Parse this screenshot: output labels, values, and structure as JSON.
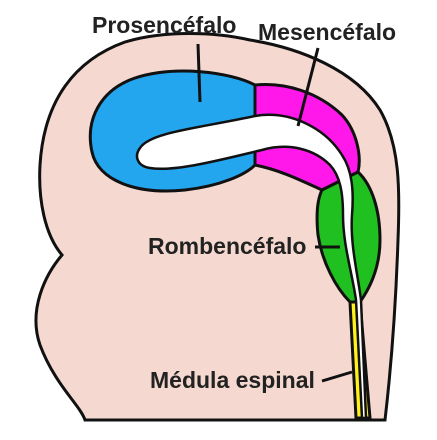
{
  "labels": {
    "prosencephalon": "Prosencéfalo",
    "mesencephalon": "Mesencéfalo",
    "rhombencephalon": "Rombencéfalo",
    "spinal_cord": "Médula espinal"
  },
  "colors": {
    "embryo_body": "#f5d9d0",
    "prosencephalon": "#23a6ee",
    "mesencephalon": "#ff18e9",
    "rhombencephalon": "#20c020",
    "spinal_cord": "#fff219",
    "ventricle": "#ffffff",
    "outline": "#111111"
  }
}
